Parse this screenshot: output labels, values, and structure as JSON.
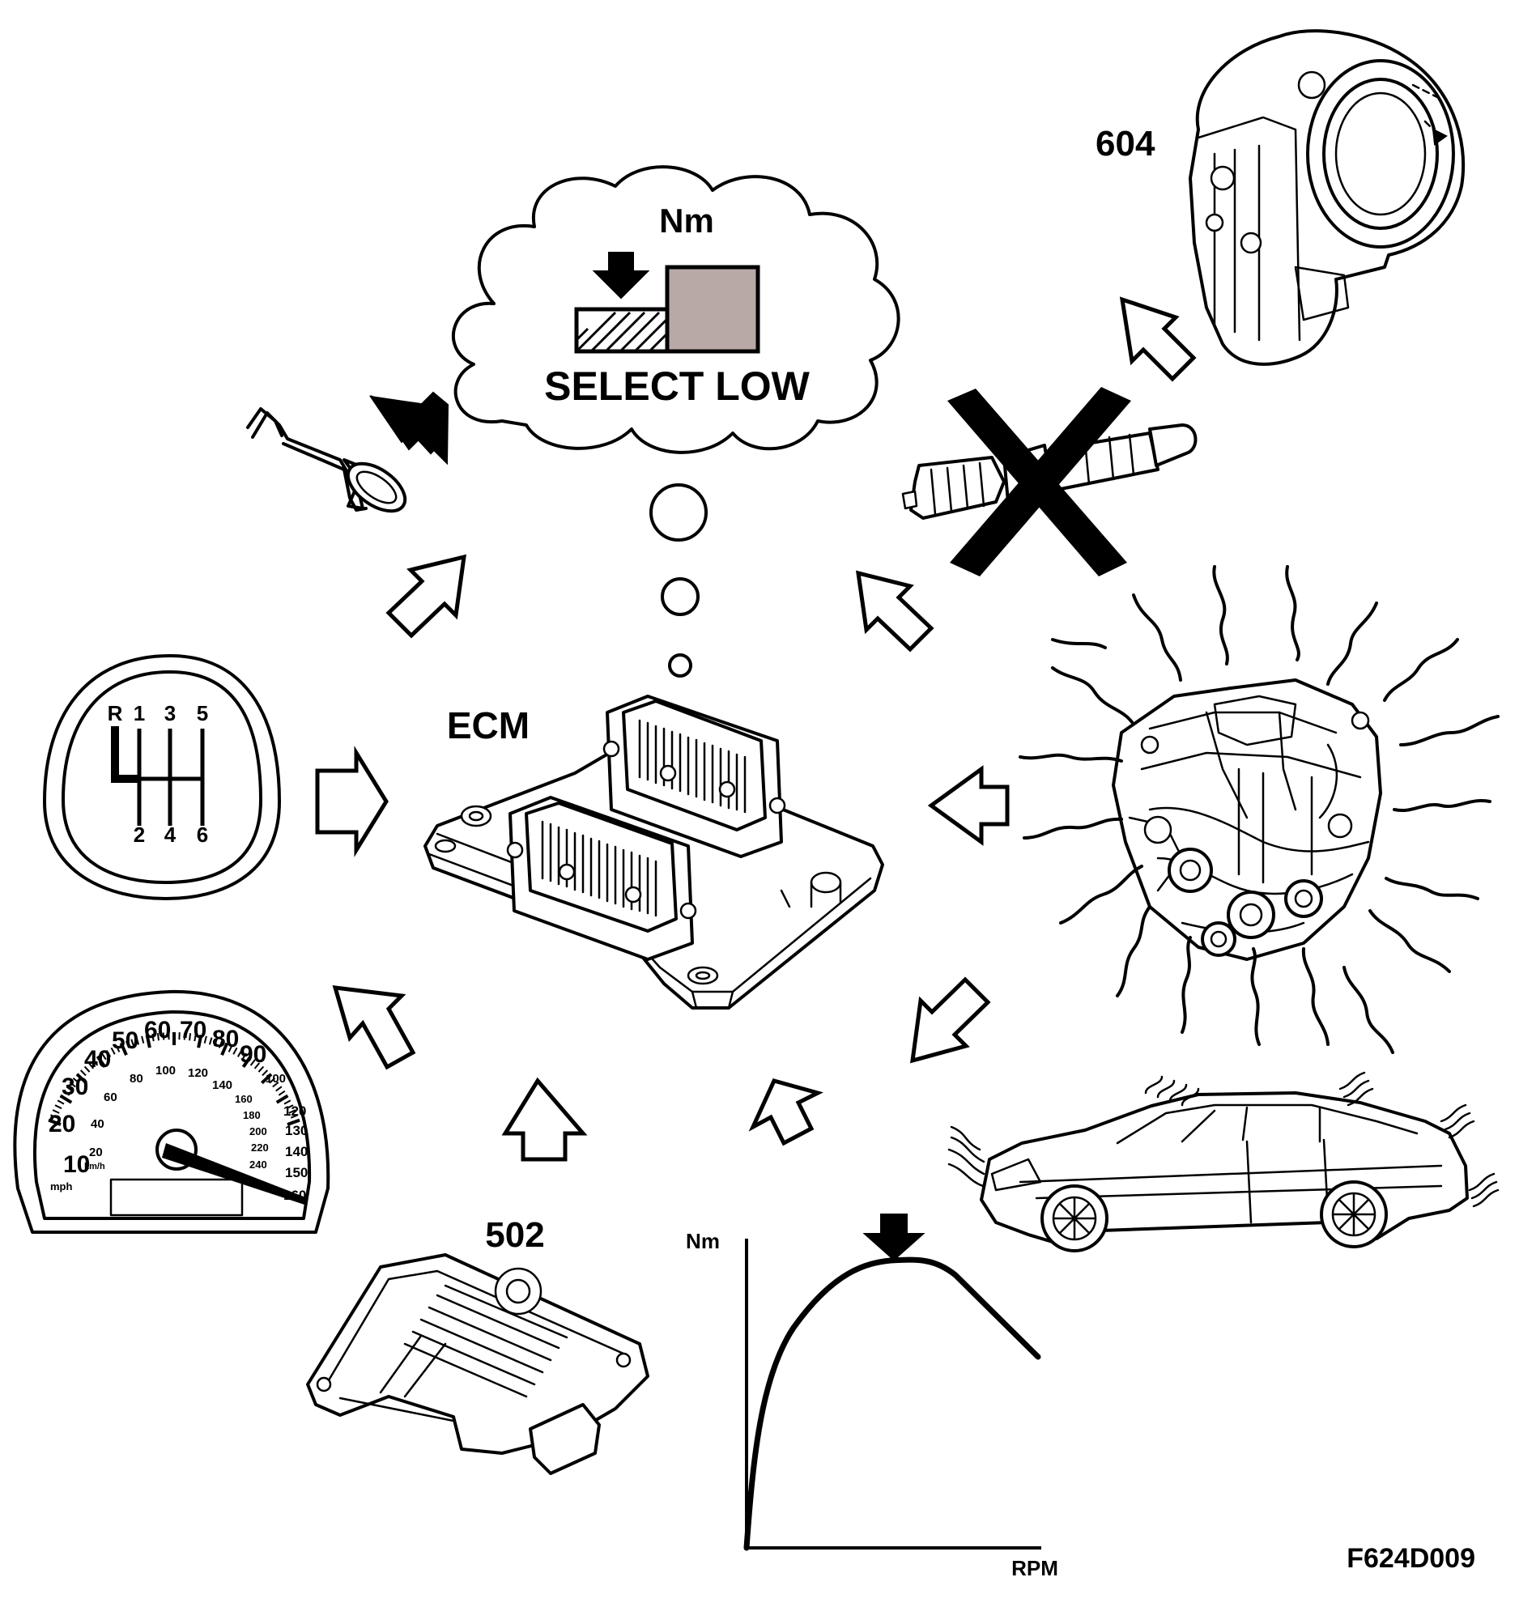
{
  "cloud": {
    "unit_label": "Nm",
    "caption": "SELECT LOW",
    "colors": {
      "hatched_bar": "#ffffff",
      "selected_bar": "#b8a9a6"
    }
  },
  "ecm": {
    "label": "ECM"
  },
  "throttle": {
    "label": "604"
  },
  "tcm": {
    "label": "502"
  },
  "gear_knob": {
    "top_row": [
      "R",
      "1",
      "3",
      "5"
    ],
    "bottom_row": [
      "2",
      "4",
      "6"
    ]
  },
  "speedometer": {
    "mph_labels": [
      "10",
      "20",
      "30",
      "40",
      "50",
      "60",
      "70",
      "80",
      "90"
    ],
    "kmh_labels": [
      "20",
      "40",
      "60",
      "80",
      "100",
      "120",
      "140",
      "160",
      "180",
      "200",
      "220",
      "240"
    ],
    "kmh_right_labels": [
      "100",
      "120",
      "130",
      "140",
      "150",
      "160"
    ],
    "unit_mph": "mph",
    "unit_kmh": "km/h"
  },
  "torque_curve": {
    "y_label": "Nm",
    "x_label": "RPM"
  },
  "figure_code": "F624D009"
}
